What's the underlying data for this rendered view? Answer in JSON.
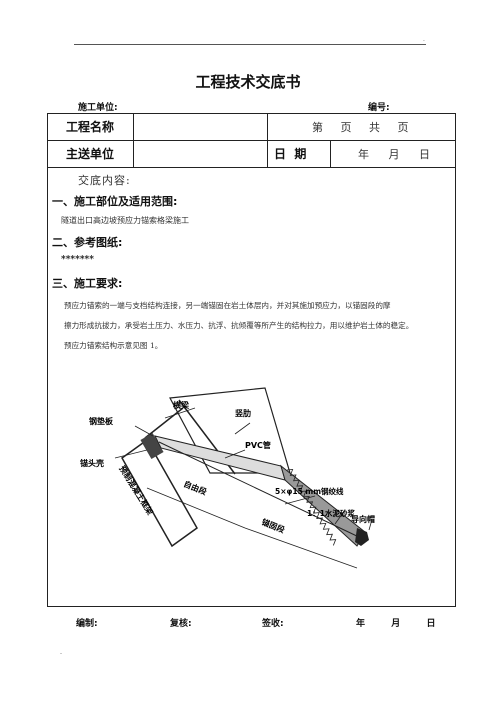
{
  "doc": {
    "header_mark": ".",
    "title": "工程技术交底书",
    "unit_label": "施工单位:",
    "number_label": "编号:"
  },
  "table": {
    "project_name_label": "工程名称",
    "page_info": "第 页 共 页",
    "sender_label": "主送单位",
    "date_label": "日  期",
    "date_value": "年 月 日"
  },
  "content": {
    "intro": "交底内容:",
    "sec1_title": "一、施工部位及适用范围:",
    "sec1_text": "隧道出口高边坡预应力锚索格梁施工",
    "sec2_title": "二、参考图纸:",
    "sec2_text": "*******",
    "sec3_title": "三、施工要求:",
    "para_lines": [
      "预应力锚索的一端与支档结构连接，另一端锚固在岩土体层内，并对其施加预应力，以锚固段的摩",
      "擦力形成抗拔力，承受岩土压力、水压力、抗浮、抗倾覆等所产生的结构拉力，用以维护岩土体的稳定。",
      "预应力锚索结构示意见图 1。"
    ]
  },
  "figure": {
    "labels": {
      "crossbeam": "横梁",
      "steel_plate": "钢垫板",
      "vertical_rib": "竖肋",
      "pvc_pipe": "PVC管",
      "anchor_head": "锚头壳",
      "precast_frame": "预制混凝土框架",
      "free_section": "自由段",
      "strand": "5×φ15 mm钢绞线",
      "mortar": "1：1水泥砂浆",
      "anchor_section": "锚固段",
      "guide_cap": "导向帽"
    }
  },
  "footer": {
    "compiled": "编制:",
    "reviewed": "复核:",
    "received": "签收:",
    "date": "年  月  日",
    "bottom_mark": "-"
  }
}
